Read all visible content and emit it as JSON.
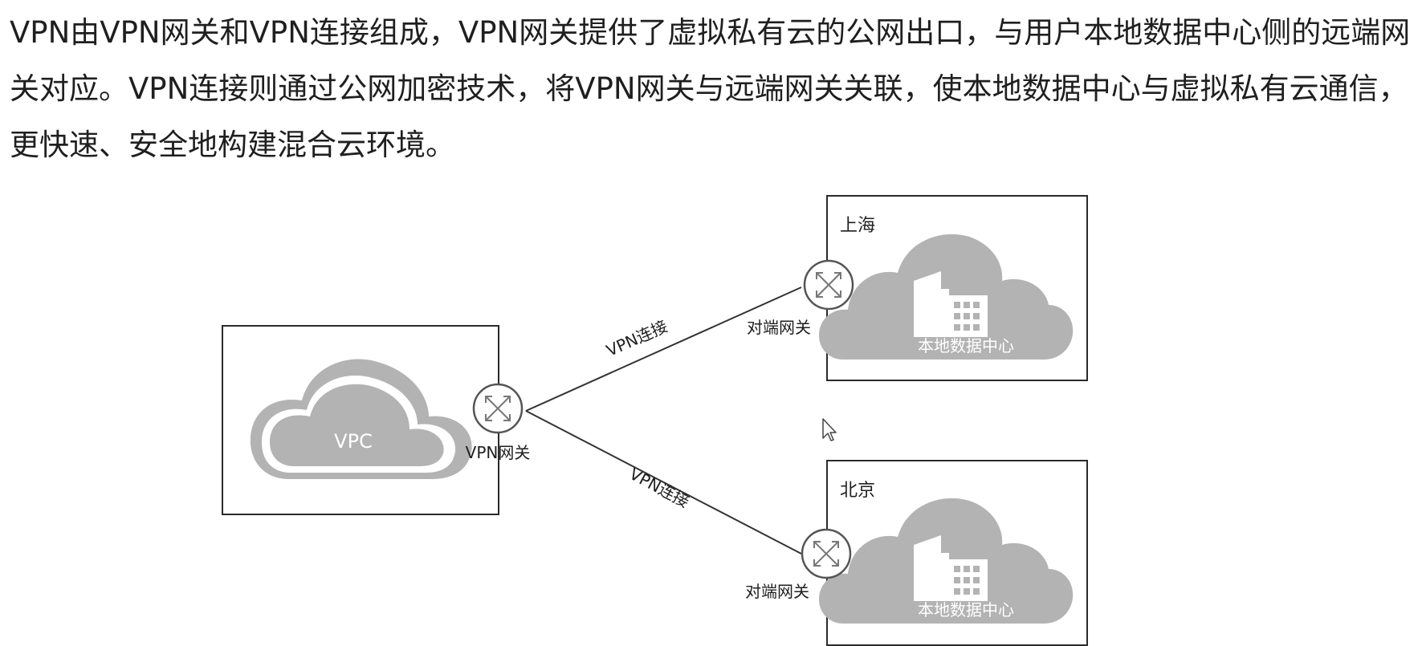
{
  "intro_text": "VPN由VPN网关和VPN连接组成，VPN网关提供了虚拟私有云的公网出口，与用户本地数据中心侧的远端网关对应。VPN连接则通过公网加密技术，将VPN网关与远端网关关联，使本地数据中心与虚拟私有云通信，更快速、安全地构建混合云环境。",
  "diagram": {
    "vpc": {
      "cloud_label": "VPC",
      "gateway_label": "VPN网关"
    },
    "connections": [
      {
        "label": "VPN连接"
      },
      {
        "label": "VPN连接"
      }
    ],
    "sites": [
      {
        "city": "上海",
        "gateway_label": "对端网关",
        "dc_label": "本地数据中心"
      },
      {
        "city": "北京",
        "gateway_label": "对端网关",
        "dc_label": "本地数据中心"
      }
    ]
  },
  "colors": {
    "text": "#1f1f1f",
    "cloud_gray": "#b3b3b3",
    "line": "#333333",
    "box_border": "#2a2a2a"
  }
}
